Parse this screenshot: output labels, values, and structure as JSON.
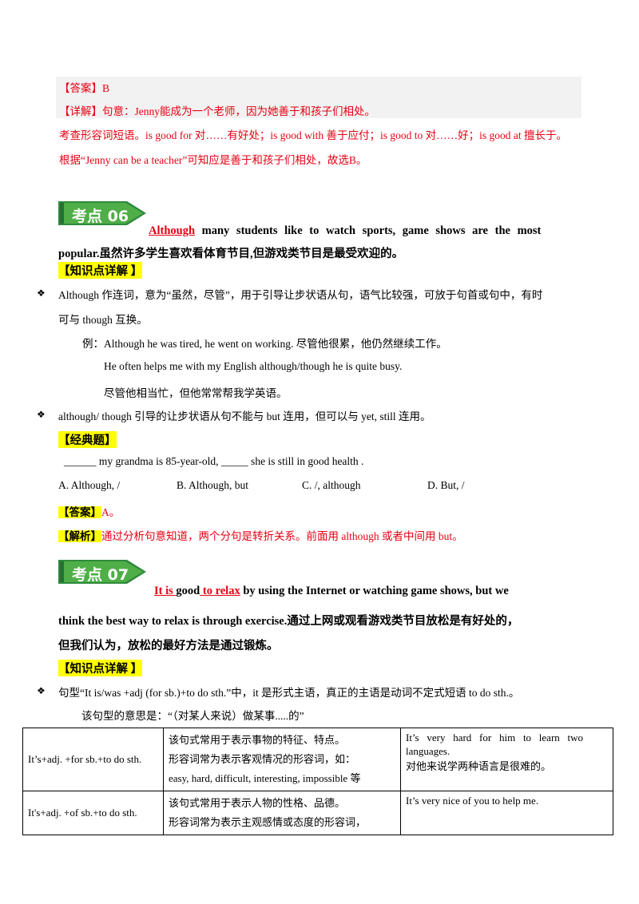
{
  "block1": {
    "answer_label": "【答案】",
    "answer_value": "B",
    "detail_label": "【详解】",
    "detail_text": "句意：Jenny能成为一个老师，因为她善于和孩子们相处。",
    "line3": "考查形容词短语。is good for 对……有好处；is good with 善于应付；is good to 对……好；is good at 擅长于。",
    "line4": "根据“Jenny can be a teacher”可知应是善于和孩子们相处，故选B。"
  },
  "point06": {
    "badge": "考点 06",
    "keyword": "Although",
    "sentence_rest": " many students like to watch sports, game shows are the most",
    "sentence_line2": "popular.虽然许多学生喜欢看体育节目,但游戏类节目是最受欢迎的。",
    "knowledge_label": "【知识点详解 】",
    "bullet1_line1": "Although 作连词，意为“虽然，尽管”，用于引导让步状语从句，语气比较强，可放于句首或句中，有时",
    "bullet1_line2": "可与 though 互换。",
    "example_label": "例：",
    "example1": "Although he was tired, he went on working. 尽管他很累，他仍然继续工作。",
    "example2": "He often helps me with my English although/though he is quite busy.",
    "example2_cn": "尽管他相当忙，但他常常帮我学英语。",
    "bullet2": "although/ though 引导的让步状语从句不能与 but 连用，但可以与 yet, still 连用。",
    "classic_label": "【经典题】",
    "question": "______ my grandma is 85-year-old, _____ she is still in good health .",
    "options": [
      "A.    Although, /",
      "B. Although, but",
      "C. /, although",
      "D. But,    /"
    ],
    "answer_label": "【答案】",
    "answer_value": "A。",
    "analysis_label": "【解析】",
    "analysis_text": "通过分析句意知道，两个分句是转折关系。前面用 although 或者中间用 but。"
  },
  "point07": {
    "badge": "考点 07",
    "phrase1": "It is ",
    "phrase_mid": "good",
    "phrase2": " to relax",
    "sentence_rest": "  by using the Internet or watching game shows, but we",
    "sentence_line2": "think the best way to relax is through exercise.通过上网或观看游戏类节目放松是有好处的，",
    "sentence_line3": "但我们认为，放松的最好方法是通过锻炼。",
    "knowledge_label": "【知识点详解 】",
    "bullet1": "句型“It is/was +adj (for sb.)+to do sth.”中，it 是形式主语，真正的主语是动词不定式短语 to do sth.。",
    "meaning": "该句型的意思是：“（对某人来说）做某事.....的”",
    "table": [
      {
        "pattern": "It’s+adj. +for sb.+to do sth.",
        "usage": [
          "该句式常用于表示事物的特征、特点。",
          "形容词常为表示客观情况的形容词，如：",
          "easy, hard, difficult, interesting, impossible 等"
        ],
        "example": [
          "It’s   very   hard   for   him   to   learn   two",
          "languages.",
          "对他来说学两种语言是很难的。"
        ]
      },
      {
        "pattern": "It's+adj. +of sb.+to do sth.",
        "usage": [
          "该句式常用于表示人物的性格、品德。",
          "形容词常为表示主观感情或态度的形容词，"
        ],
        "example": [
          "It’s very nice of you to help me."
        ]
      }
    ]
  },
  "colors": {
    "accent_red": "#e60012",
    "badge_green": "#2f8a3c",
    "highlight": "#ffff00"
  }
}
